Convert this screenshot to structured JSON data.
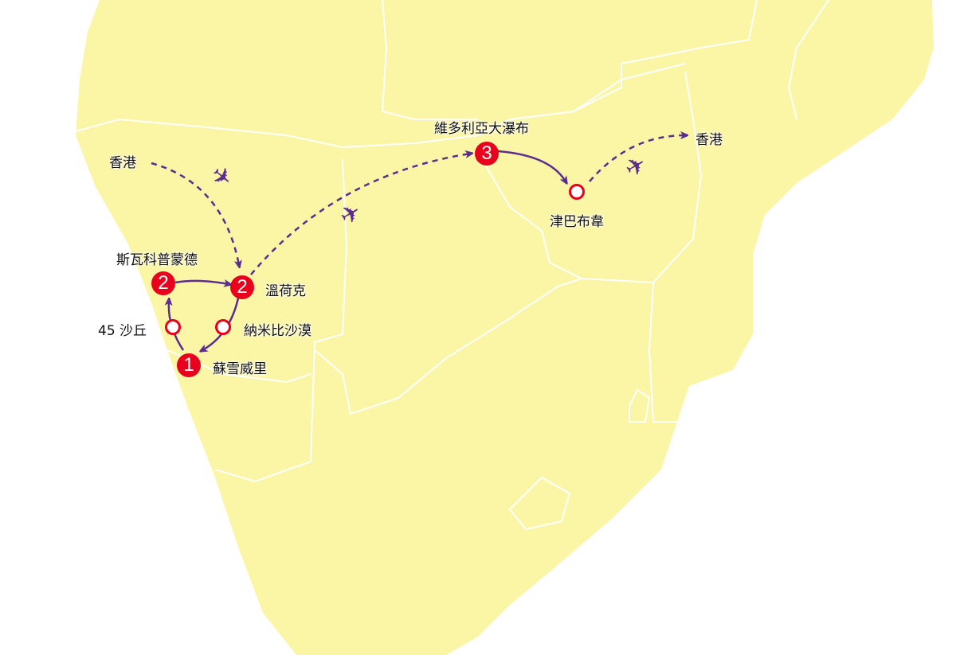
{
  "colors": {
    "land": "#fbf5a6",
    "border": "#ffffff",
    "route": "#5b2d8e",
    "marker": "#e8001c"
  },
  "labels": {
    "hk_west": "香港",
    "swakopmund": "斯瓦科普蒙德",
    "windhoek": "溫荷克",
    "dune45": "45 沙丘",
    "namib": "納米比沙漠",
    "sossusvlei": "蘇雪威里",
    "victoria_falls": "維多利亞大瀑布",
    "zimbabwe": "津巴布韋",
    "hk_east": "香港"
  },
  "markers": {
    "sossusvlei": "1",
    "swakopmund": "2",
    "windhoek": "2",
    "victoria_falls": "3"
  },
  "icons": {
    "plane": "✈"
  }
}
